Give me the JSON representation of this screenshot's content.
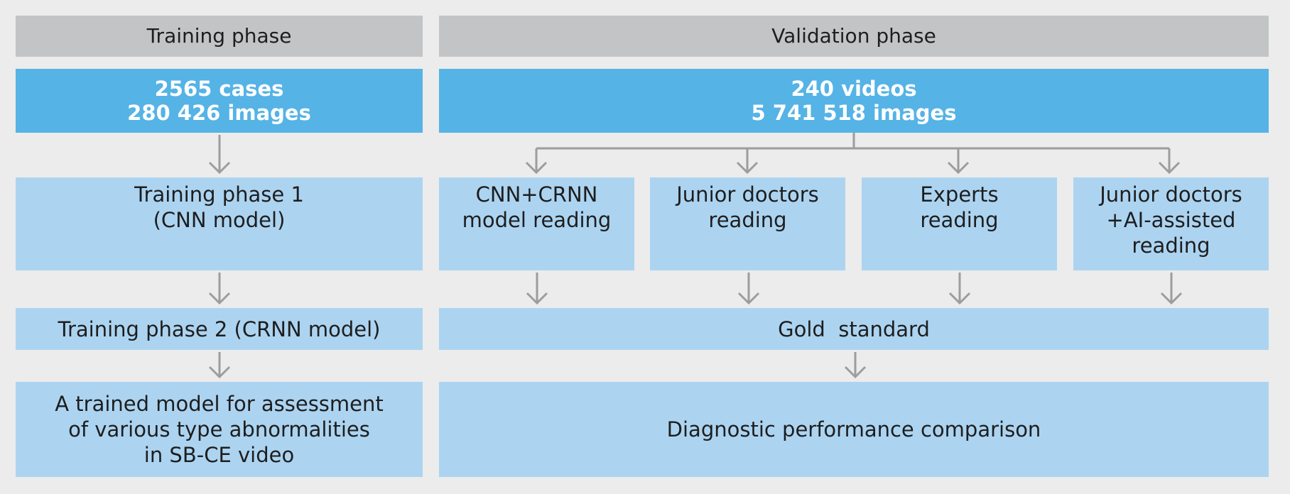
{
  "training": {
    "header": "Training phase",
    "source": [
      "2565 cases",
      "280 426 images"
    ],
    "phase1": [
      "Training phase 1",
      "(CNN model)"
    ],
    "phase2": "Training phase 2 (CRNN model)",
    "result": [
      "A trained model for assessment",
      "of various type abnormalities",
      "in SB-CE video"
    ]
  },
  "validation": {
    "header": "Validation phase",
    "source": [
      "240 videos",
      "5 741 518 images"
    ],
    "readings": [
      [
        "CNN+CRNN",
        "model reading"
      ],
      [
        "Junior doctors",
        "reading"
      ],
      [
        "Experts",
        "reading"
      ],
      [
        "Junior doctors",
        "+AI-assisted",
        "reading"
      ]
    ],
    "gold": "Gold  standard",
    "comparison": "Diagnostic performance comparison"
  },
  "colors": {
    "header_bg": "#c3c4c5",
    "dark_box": "#55b3e6",
    "light_box": "#acd4f1",
    "arrow": "#9c9d9e",
    "background": "#ebeceb"
  }
}
